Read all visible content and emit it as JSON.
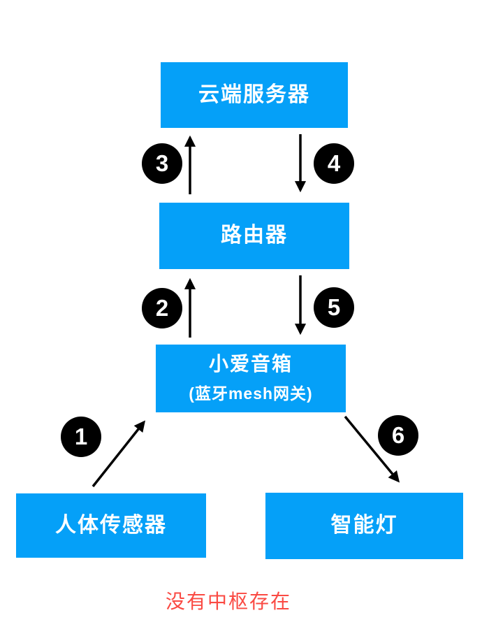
{
  "diagram": {
    "nodes": {
      "cloud": {
        "label": "云端服务器"
      },
      "router": {
        "label": "路由器"
      },
      "speaker": {
        "label": "小爱音箱",
        "sublabel": "(蓝牙mesh网关)"
      },
      "sensor": {
        "label": "人体传感器"
      },
      "light": {
        "label": "智能灯"
      }
    },
    "steps": [
      "1",
      "2",
      "3",
      "4",
      "5",
      "6"
    ],
    "caption": {
      "text": "没有中枢存在"
    },
    "colors": {
      "node_bg": "#05a0f8",
      "node_text": "#ffffff",
      "badge_bg": "#000000",
      "badge_text": "#ffffff",
      "arrow": "#000000",
      "caption": "#fa4a43",
      "background": "#ffffff"
    }
  }
}
